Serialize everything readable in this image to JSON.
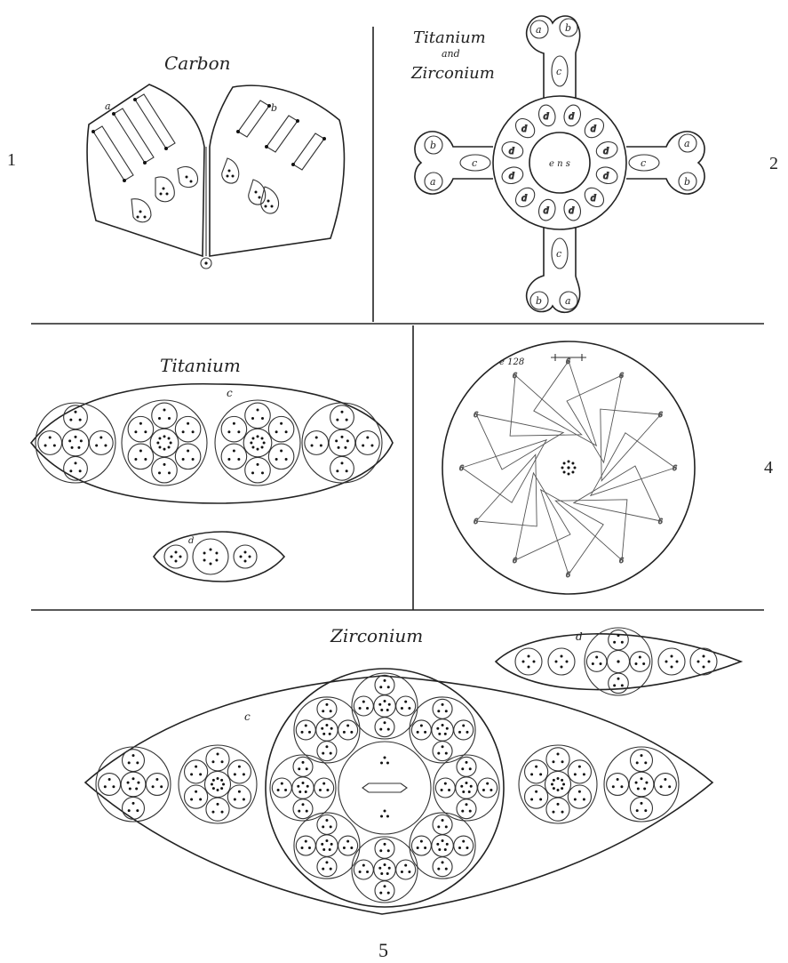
{
  "figures": [
    {
      "number": "1",
      "title": "Carbon",
      "labels": [
        "a",
        "b"
      ]
    },
    {
      "number": "2",
      "title_lines": [
        "Titanium",
        "and",
        "Zirconium"
      ],
      "labels": [
        "a",
        "b",
        "c",
        "d",
        "e",
        "d",
        "c",
        "b",
        "a",
        "e",
        "c",
        "d"
      ],
      "center_label": "e n s"
    },
    {
      "number": "",
      "title": "Titanium",
      "labels": [
        "c",
        "d"
      ]
    },
    {
      "number": "4",
      "labels": [
        "e 128",
        "6"
      ]
    },
    {
      "number": "5",
      "title": "Zirconium",
      "labels": [
        "c",
        "d"
      ]
    }
  ]
}
